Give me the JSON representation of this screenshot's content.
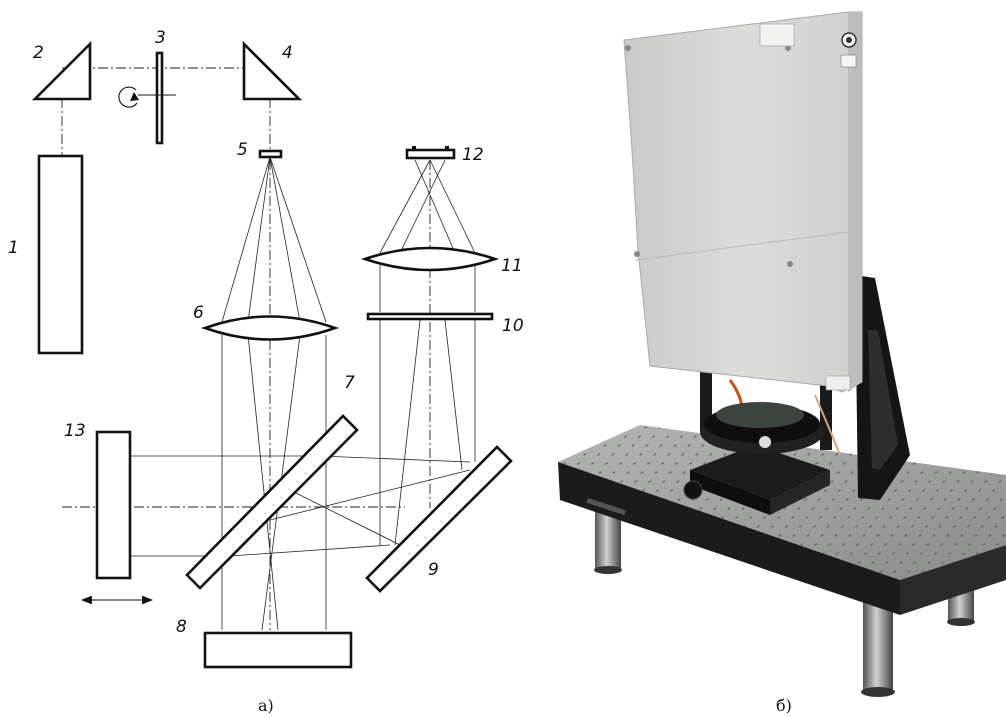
{
  "labels": {
    "l1": "1",
    "l2": "2",
    "l3": "3",
    "l4": "4",
    "l5": "5",
    "l6": "6",
    "l7": "7",
    "l8": "8",
    "l9": "9",
    "l10": "10",
    "l11": "11",
    "l12": "12",
    "l13": "13"
  },
  "captions": {
    "a": "а)",
    "b": "б)"
  },
  "colors": {
    "line": "#111111",
    "enclosure": "#d5d5d3",
    "table_top": "#9c9e9c",
    "frame_black": "#151515"
  }
}
